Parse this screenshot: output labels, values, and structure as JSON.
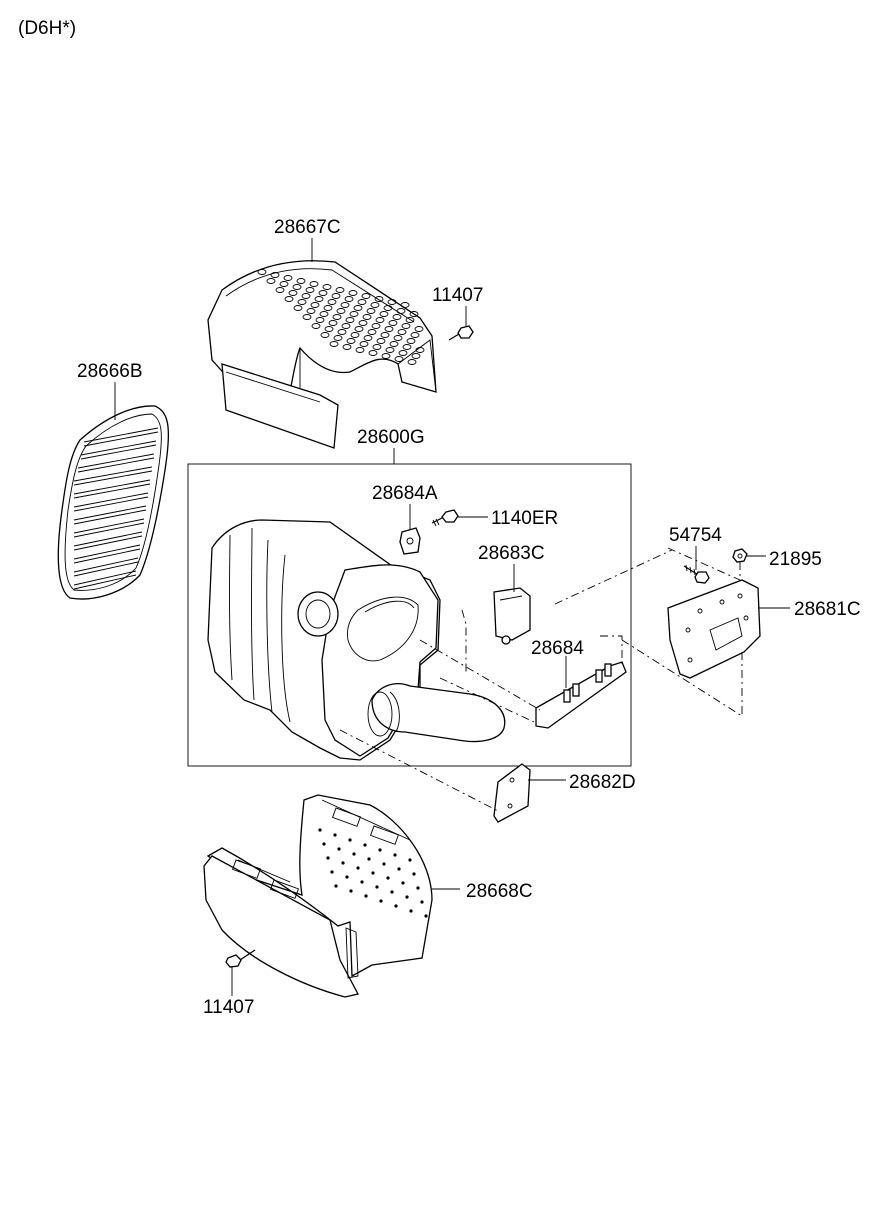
{
  "header": {
    "code": "(D6H*)"
  },
  "labels": {
    "p28667C": "28667C",
    "p11407_top": "11407",
    "p28666B": "28666B",
    "p28600G": "28600G",
    "p28684A": "28684A",
    "p1140ER": "1140ER",
    "p28683C": "28683C",
    "p54754": "54754",
    "p21895": "21895",
    "p28681C": "28681C",
    "p28684": "28684",
    "p28682D": "28682D",
    "p28668C": "28668C",
    "p11407_bottom": "11407"
  }
}
